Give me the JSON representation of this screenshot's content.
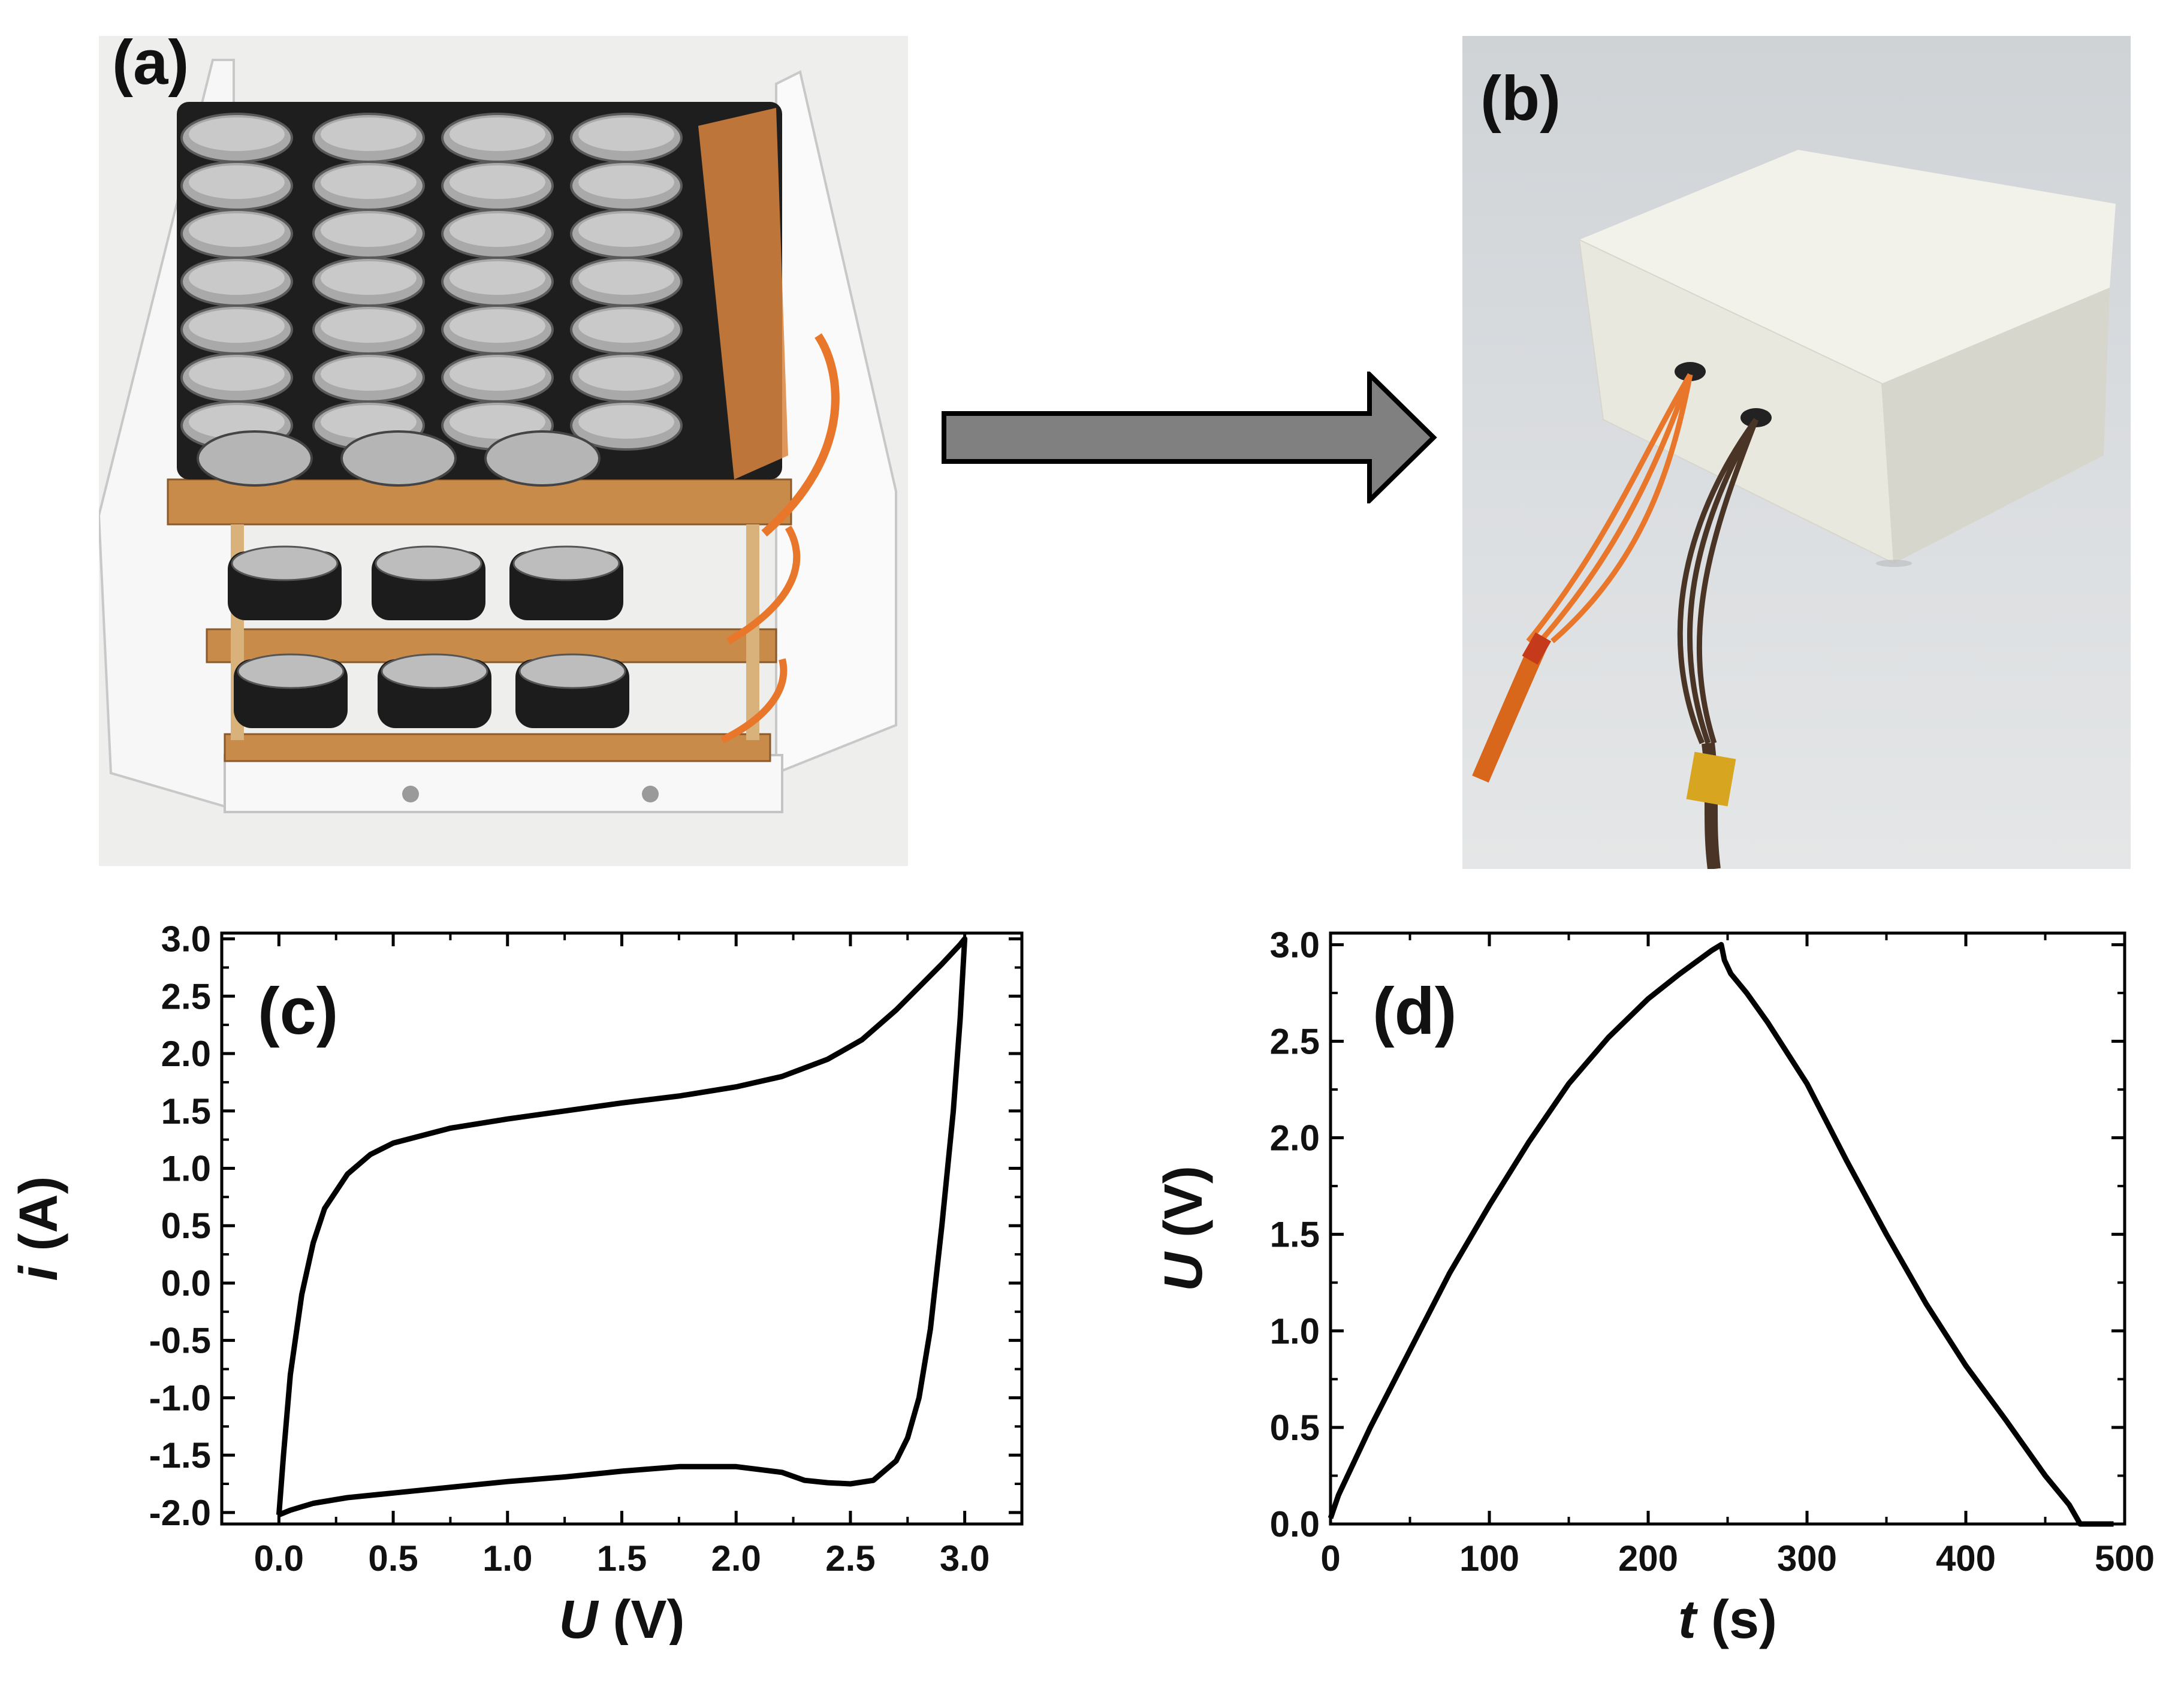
{
  "panels": {
    "a": {
      "label": "(a)",
      "content": "photo"
    },
    "b": {
      "label": "(b)",
      "content": "photo"
    }
  },
  "colors": {
    "line": "#000000",
    "arrow_fill": "#808080",
    "arrow_stroke": "#000000",
    "orange_wire": "#e8772b",
    "brown_wire": "#4a3426",
    "pcb": "#c98b4a"
  },
  "chart_data": [
    {
      "panel_label": "(c)",
      "type": "line",
      "xlabel_italic": "U",
      "xlabel_unit": "(V)",
      "ylabel_italic": "i",
      "ylabel_unit": "(A)",
      "xlim": [
        -0.25,
        3.25
      ],
      "ylim": [
        -2.1,
        3.05
      ],
      "xticks": [
        0.0,
        0.5,
        1.0,
        1.5,
        2.0,
        2.5,
        3.0
      ],
      "xtick_labels": [
        "0.0",
        "0.5",
        "1.0",
        "1.5",
        "2.0",
        "2.5",
        "3.0"
      ],
      "yticks": [
        3.0,
        2.5,
        2.0,
        1.5,
        1.0,
        0.5,
        0.0,
        -0.5,
        -1.0,
        -1.5,
        -2.0
      ],
      "ytick_labels": [
        "3.0",
        "2.5",
        "2.0",
        "1.5",
        "1.0",
        "0.5",
        "0.0",
        "-0.5",
        "-1.0",
        "-1.5",
        "-2.0"
      ],
      "grid": false,
      "series": [
        {
          "x": [
            0.0,
            0.02,
            0.05,
            0.1,
            0.15,
            0.2,
            0.3,
            0.4,
            0.5,
            0.75,
            1.0,
            1.25,
            1.5,
            1.75,
            2.0,
            2.2,
            2.4,
            2.55,
            2.7,
            2.8,
            2.9,
            2.98,
            3.0,
            2.98,
            2.95,
            2.9,
            2.85,
            2.8,
            2.75,
            2.7,
            2.6,
            2.5,
            2.4,
            2.3,
            2.2,
            2.0,
            1.75,
            1.5,
            1.25,
            1.0,
            0.75,
            0.5,
            0.3,
            0.15,
            0.05,
            0.0,
            0.0
          ],
          "y": [
            -2.02,
            -1.5,
            -0.8,
            -0.1,
            0.35,
            0.65,
            0.95,
            1.12,
            1.22,
            1.35,
            1.43,
            1.5,
            1.57,
            1.63,
            1.71,
            1.8,
            1.95,
            2.12,
            2.38,
            2.58,
            2.78,
            2.95,
            3.0,
            2.3,
            1.5,
            0.5,
            -0.4,
            -1.0,
            -1.35,
            -1.55,
            -1.72,
            -1.75,
            -1.74,
            -1.72,
            -1.65,
            -1.6,
            -1.6,
            -1.64,
            -1.69,
            -1.73,
            -1.78,
            -1.83,
            -1.87,
            -1.92,
            -1.98,
            -2.02,
            -2.02
          ]
        }
      ]
    },
    {
      "panel_label": "(d)",
      "type": "line",
      "xlabel_italic": "t",
      "xlabel_unit": "(s)",
      "ylabel_italic": "U",
      "ylabel_unit": "(V)",
      "xlim": [
        0,
        500
      ],
      "ylim": [
        0,
        3.06
      ],
      "xticks": [
        0,
        100,
        200,
        300,
        400,
        500
      ],
      "xtick_labels": [
        "0",
        "100",
        "200",
        "300",
        "400",
        "500"
      ],
      "yticks": [
        0.0,
        0.5,
        1.0,
        1.5,
        2.0,
        2.5,
        3.0
      ],
      "ytick_labels": [
        "0.0",
        "0.5",
        "1.0",
        "1.5",
        "2.0",
        "2.5",
        "3.0"
      ],
      "grid": false,
      "series": [
        {
          "x": [
            0,
            5,
            25,
            50,
            75,
            100,
            125,
            150,
            175,
            200,
            220,
            240,
            246,
            248,
            252,
            262,
            275,
            300,
            325,
            350,
            375,
            400,
            425,
            450,
            465,
            472,
            480,
            493
          ],
          "y": [
            0.03,
            0.15,
            0.5,
            0.9,
            1.3,
            1.65,
            1.98,
            2.28,
            2.52,
            2.72,
            2.85,
            2.97,
            3.0,
            2.92,
            2.85,
            2.75,
            2.6,
            2.28,
            1.88,
            1.5,
            1.14,
            0.82,
            0.54,
            0.25,
            0.1,
            0.0,
            0.0,
            0.0
          ]
        }
      ]
    }
  ]
}
